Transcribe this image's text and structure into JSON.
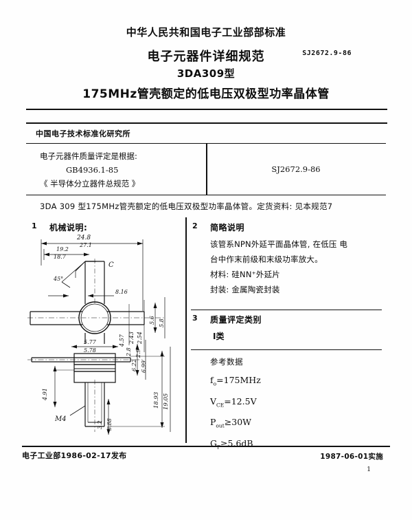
{
  "header": {
    "masthead": "中华人民共和国电子工业部部标准",
    "title_main": "电子元器件详细规范",
    "standard_no": "SJ2672.9-86",
    "model": "3DA309型",
    "subtitle": "175MHz管壳额定的低电压双极型功率晶体管"
  },
  "institute": "中国电子技术标准化研究所",
  "basis": {
    "line1": "电子元器件质量评定是根据:",
    "line2": "GB4936.1-85",
    "line3": "《 半导体分立器件总规范 》",
    "right_standard_no": "SJ2672.9-86"
  },
  "scope": "3DA 309 型175MHz管壳额定的低电压双极型功率晶体管。定货资料: 见本规范7",
  "sections": {
    "mechanical": {
      "number": "1",
      "heading": "机械说明:"
    },
    "brief": {
      "number": "2",
      "heading": "简略说明",
      "lines": [
        "该管系NPN外延平面晶体管, 在低压 电",
        "台中作末前级和末级功率放大。",
        "材料: 硅NN⁺外延片",
        "封装: 金属陶瓷封装"
      ]
    },
    "quality": {
      "number": "3",
      "heading": "质量评定类别",
      "value": "Ⅰ类"
    },
    "reference": {
      "heading": "参考数据",
      "params": [
        {
          "symbol": "f",
          "sub": "o",
          "rel": "=",
          "value": "175MHz"
        },
        {
          "symbol": "V",
          "sub": "CE",
          "rel": "=",
          "value": "12.5V"
        },
        {
          "symbol": "P",
          "sub": "out",
          "rel": "≥",
          "value": "30W"
        },
        {
          "symbol": "G",
          "sub": "P",
          "rel": "≥",
          "value": "5.6dB"
        }
      ]
    }
  },
  "drawing": {
    "labels": {
      "collector": "C",
      "thread": "M4",
      "angle": "45°",
      "dim_top_outer": "24.8",
      "dim_top_inner": "27.1",
      "dim_left_a": "19.2",
      "dim_left_b": "18.7",
      "dim_mid": "8.16",
      "dim_right_a": "5.6",
      "dim_right_b": "5.8",
      "dim_right_c": "2.8",
      "dim_right_d": "2.9",
      "dim_body_a": "5.77",
      "dim_body_b": "5.78",
      "dim_v_a": "4.57",
      "dim_v_b": "2.43",
      "dim_v_c": "2.54",
      "dim_v_d": "6.22",
      "dim_v_e": "6.99",
      "dim_tall_a": "18.93",
      "dim_tall_b": "19.05",
      "dim_left_h": "4.91",
      "dim_bot_a": "3.2",
      "dim_bot_b": "3.88"
    }
  },
  "footer": {
    "left": "电子工业部1986-02-17发布",
    "right": "1987-06-01实施",
    "page_number": "1"
  }
}
